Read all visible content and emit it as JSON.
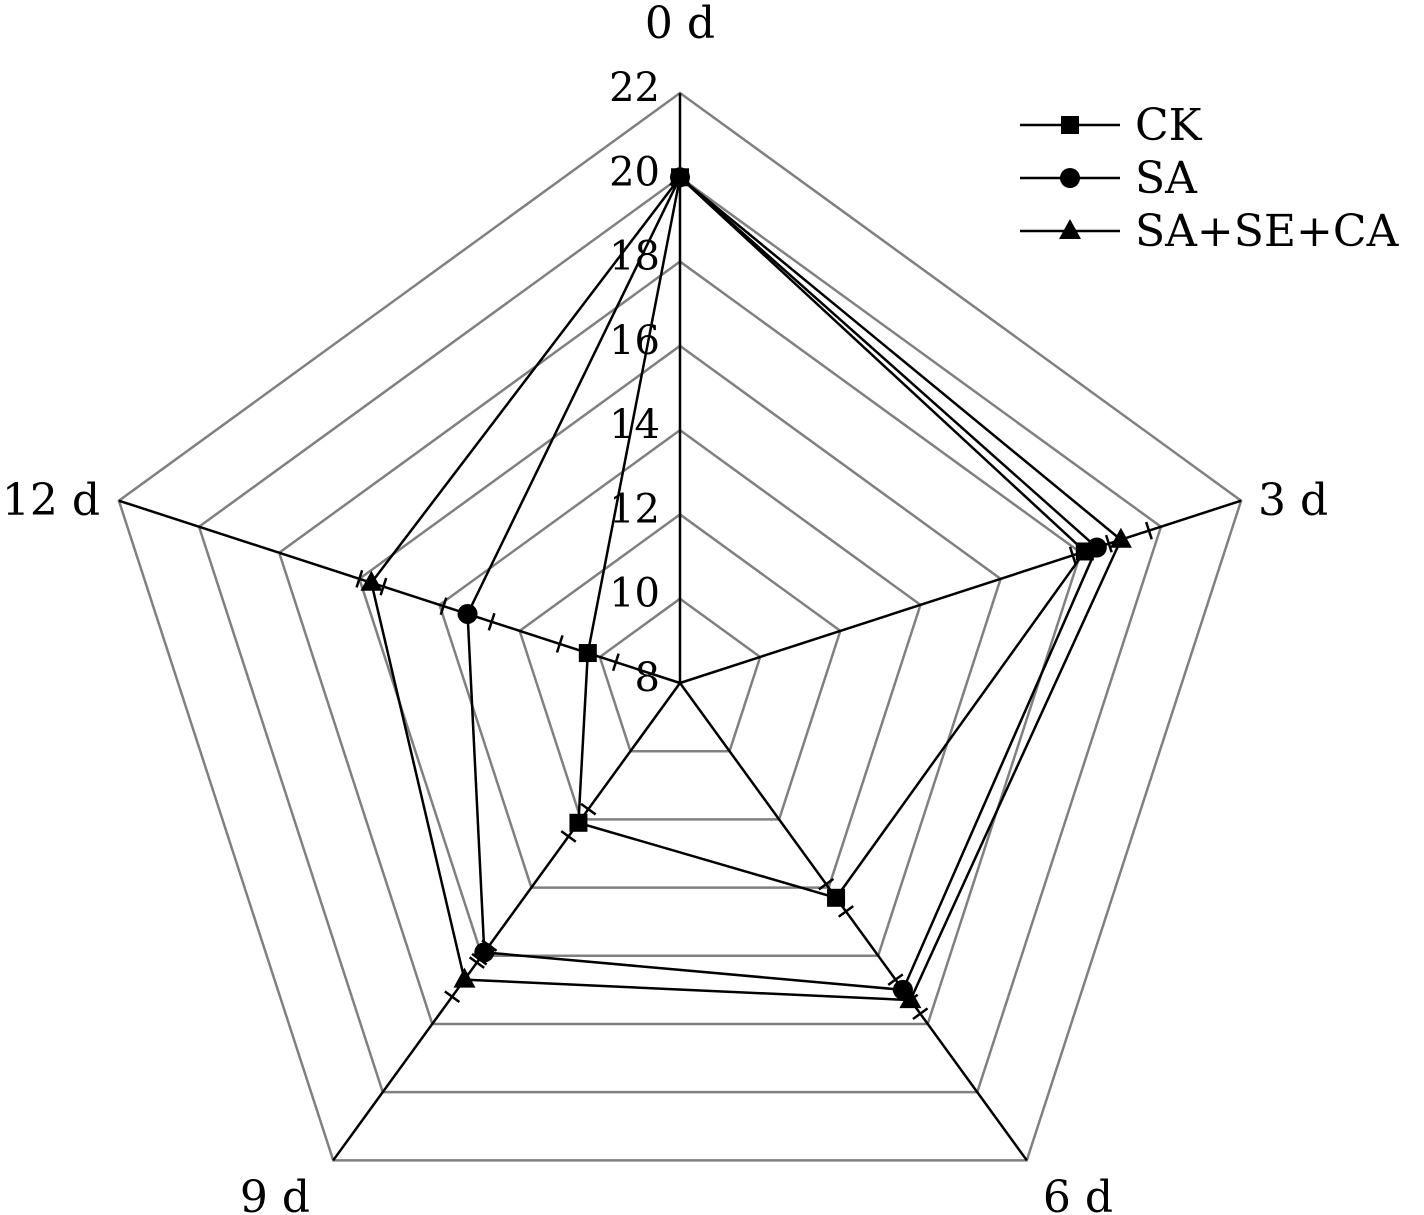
{
  "chart_data": {
    "type": "radar",
    "title": "",
    "categories": [
      "0 d",
      "3 d",
      "6 d",
      "9 d",
      "12 d"
    ],
    "radial_ticks": [
      8,
      10,
      12,
      14,
      16,
      18,
      20,
      22
    ],
    "radial_range": [
      8,
      22
    ],
    "grid": true,
    "legend_position": "top-right",
    "series": [
      {
        "name": "CK",
        "marker": "square",
        "values": [
          20.0,
          18.1,
          14.3,
          12.1,
          10.3
        ],
        "errors": [
          0.1,
          0.3,
          0.4,
          0.4,
          0.7
        ]
      },
      {
        "name": "SA",
        "marker": "circle",
        "values": [
          20.0,
          18.4,
          17.0,
          15.9,
          13.3
        ],
        "errors": [
          0.1,
          0.3,
          0.3,
          0.2,
          0.6
        ]
      },
      {
        "name": "SA+SE+CA",
        "marker": "triangle",
        "values": [
          20.0,
          19.0,
          17.3,
          16.7,
          15.7
        ],
        "errors": [
          0.1,
          0.7,
          0.4,
          0.5,
          0.3
        ]
      }
    ],
    "colors": {
      "grid": "#808080",
      "axis": "#000000",
      "series": "#000000"
    }
  }
}
